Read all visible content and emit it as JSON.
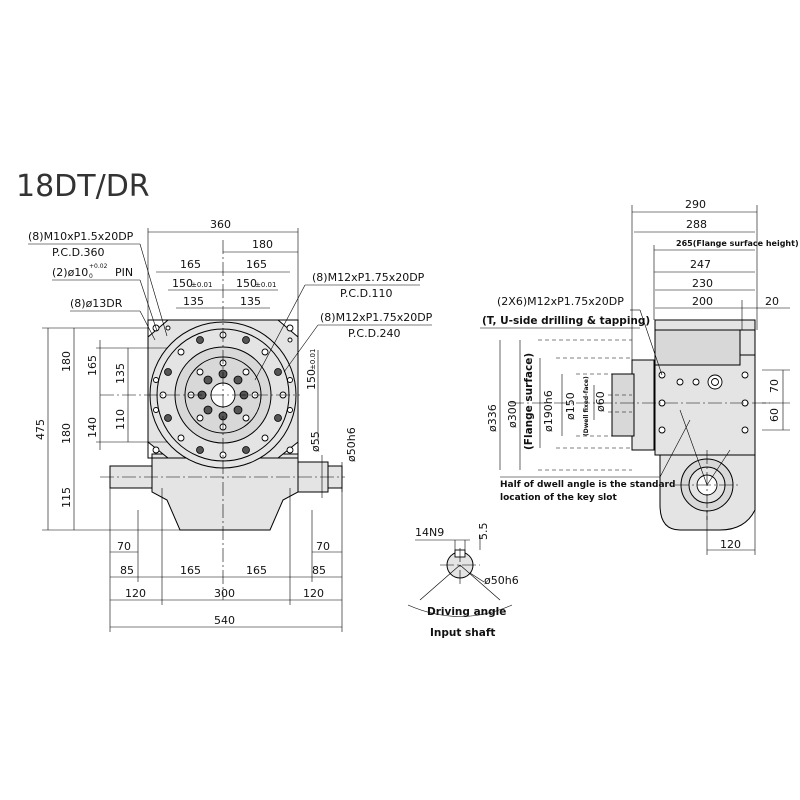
{
  "title": "18DT/DR",
  "labels": {
    "m10": "(8)M10xP1.5x20DP",
    "pcd360": "P.C.D.360",
    "pin": "(2)ø10",
    "pin_tol_top": "+0.02",
    "pin_tol_bottom": "0",
    "pin_suffix": "PIN",
    "dr13": "(8)ø13DR",
    "m12a": "(8)M12xP1.75x20DP",
    "pcd110": "P.C.D.110",
    "m12b": "(8)M12xP1.75x20DP",
    "pcd240": "P.C.D.240",
    "m12c": "(2X6)M12xP1.75x20DP",
    "tu_side": "(T, U-side drilling & tapping)",
    "flange_height": "265(Flange surface height)",
    "flange_surface": "(Flange surface)",
    "dwell_fixed": "(Dwell fixed-face)",
    "dwell_note_1": "Half of dwell angle is the standard",
    "dwell_note_2": "location of the key slot",
    "driving_angle": "Driving angle",
    "input_shaft": "Input shaft"
  },
  "dimensions": {
    "front": {
      "d360": "360",
      "d180": "180",
      "d165a": "165",
      "d165b": "165",
      "d150a": "150",
      "d150b": "150",
      "tol": "±0.01",
      "d135a": "135",
      "d135b": "135",
      "v180a": "180",
      "v165": "165",
      "v135": "135",
      "v475": "475",
      "v180b": "180",
      "v140": "140",
      "v110": "110",
      "v115": "115",
      "v150": "150",
      "vtol": "±0.01",
      "phi55": "ø55",
      "phi50": "ø50h6",
      "h70a": "70",
      "h70b": "70",
      "h85a": "85",
      "h165a": "165",
      "h165b": "165",
      "h85b": "85",
      "h120a": "120",
      "h300": "300",
      "h120b": "120",
      "h540": "540"
    },
    "shaft": {
      "key": "14N9",
      "depth": "5.5",
      "dia": "ø50h6"
    },
    "side": {
      "d290": "290",
      "d288": "288",
      "d247": "247",
      "d230": "230",
      "d200": "200",
      "d20": "20",
      "phi336": "ø336",
      "phi300": "ø300",
      "phi190": "ø190h6",
      "phi150": "ø150",
      "phi60": "ø60",
      "v70": "70",
      "v60": "60",
      "d120": "120"
    }
  }
}
